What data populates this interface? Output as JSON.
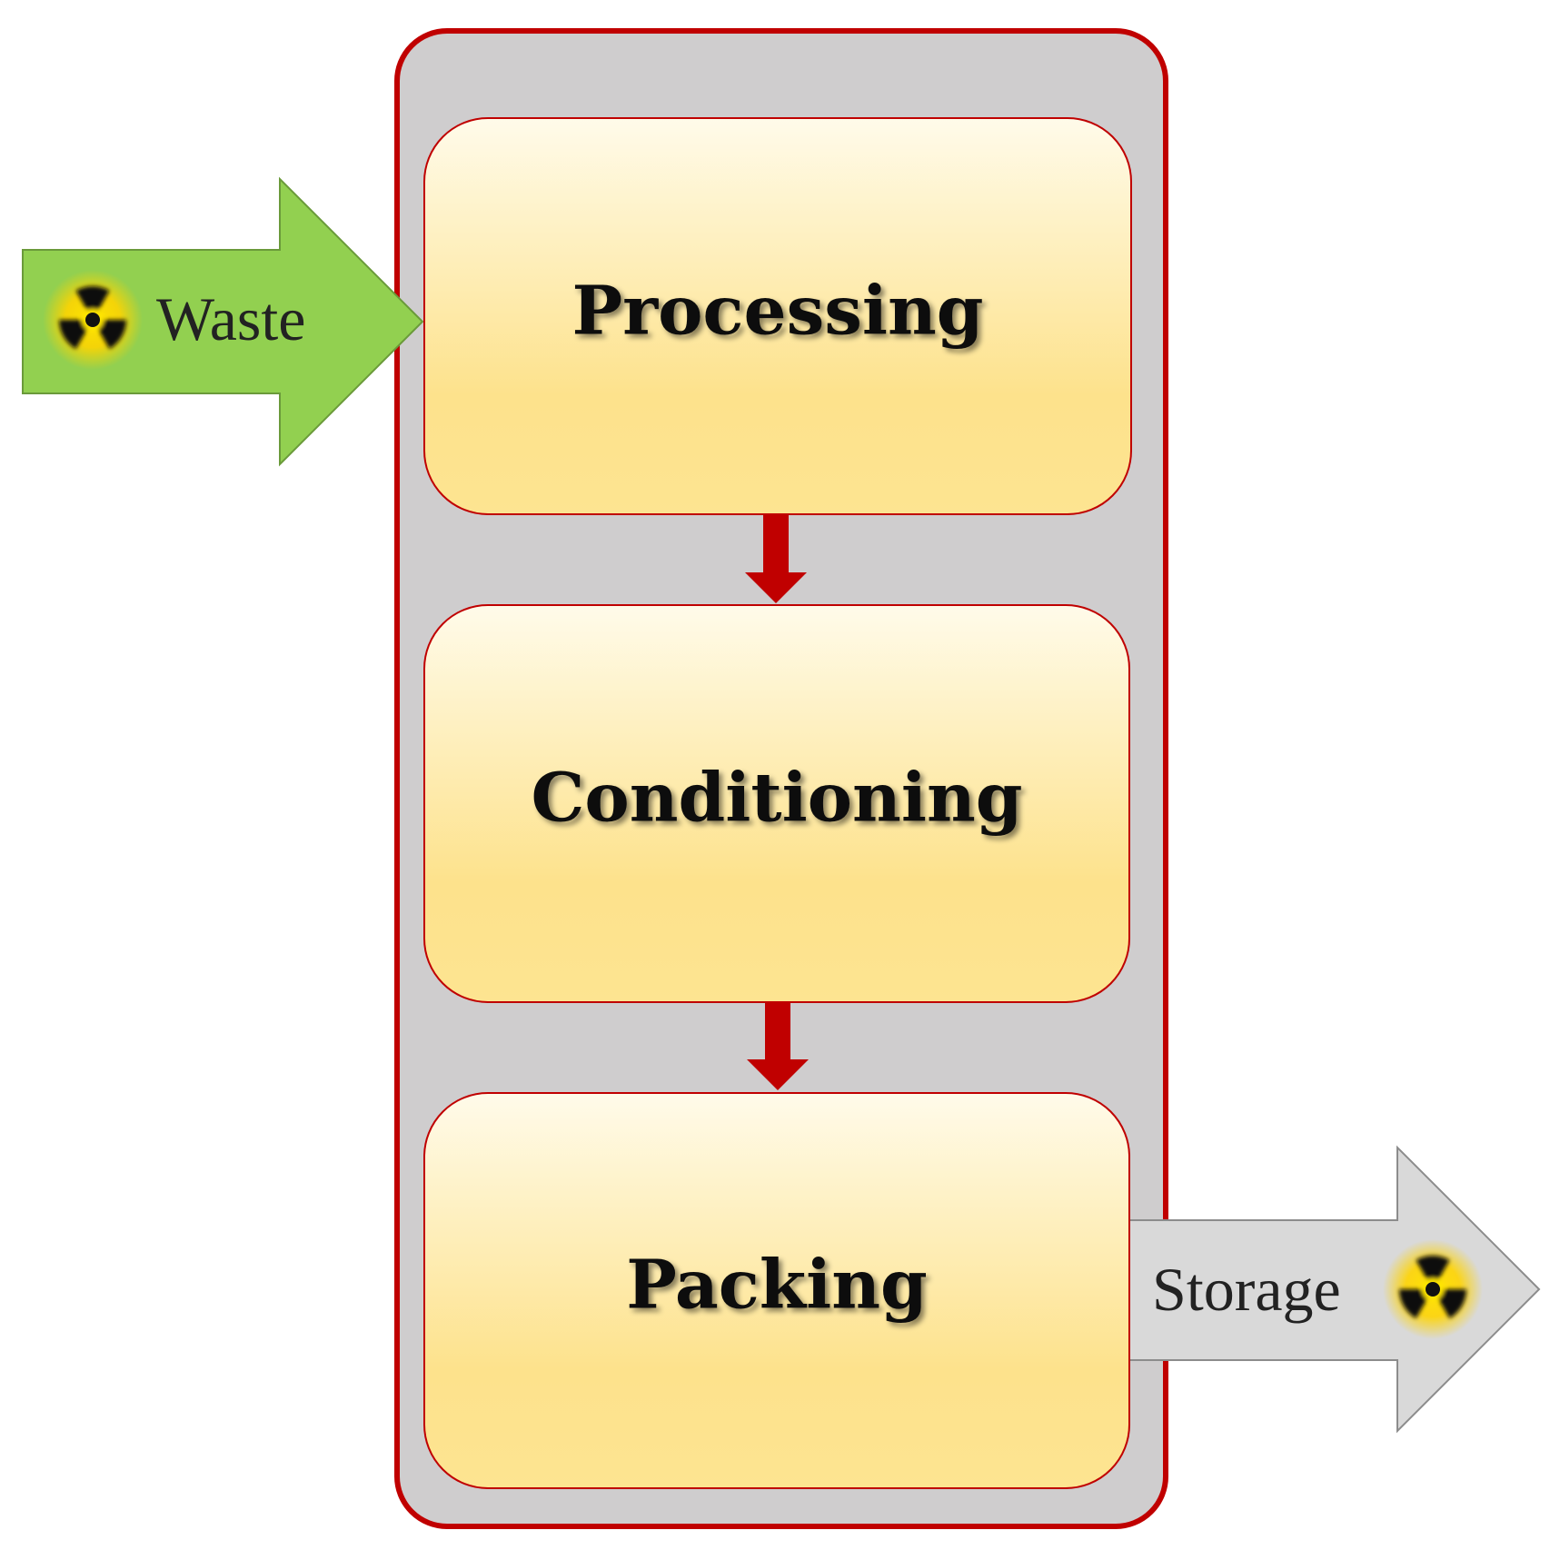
{
  "diagram": {
    "steps": [
      {
        "label": "Processing"
      },
      {
        "label": "Conditioning"
      },
      {
        "label": "Packing"
      }
    ],
    "input": {
      "label": "Waste",
      "icon": "radiation-hazard-icon"
    },
    "output": {
      "label": "Storage",
      "icon": "radiation-hazard-icon"
    }
  },
  "colors": {
    "container_fill": "#cfcdce",
    "container_border": "#c00000",
    "step_fill_top": "#fffbea",
    "step_fill_bottom": "#fde28c",
    "step_border": "#c00000",
    "connector_arrow": "#c00000",
    "input_arrow_fill": "#92d050",
    "output_arrow_fill": "#d9d9d9",
    "hazard_yellow": "#ffd700",
    "hazard_black": "#111111"
  }
}
